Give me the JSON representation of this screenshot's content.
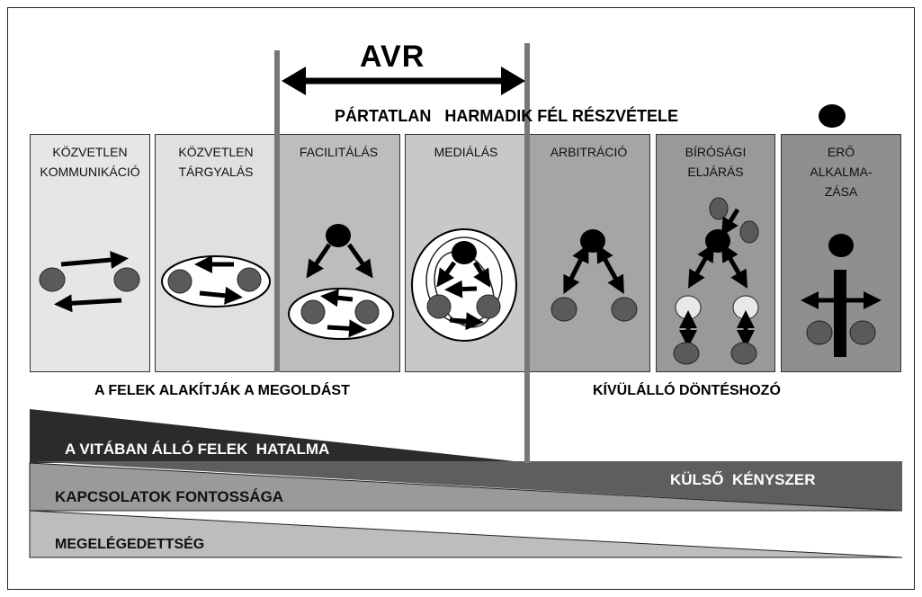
{
  "avr_label": "AVR",
  "third_party_label": "PÁRTATLAN   HARMADIK FÉL RÉSZVÉTELE",
  "columns": [
    {
      "line1": "KÖZVETLEN",
      "line2": "KOMMUNIKÁCIÓ",
      "line3": ""
    },
    {
      "line1": "KÖZVETLEN",
      "line2": "TÁRGYALÁS",
      "line3": ""
    },
    {
      "line1": "FACILITÁLÁS",
      "line2": "",
      "line3": ""
    },
    {
      "line1": "MEDIÁLÁS",
      "line2": "",
      "line3": ""
    },
    {
      "line1": "ARBITRÁCIÓ",
      "line2": "",
      "line3": ""
    },
    {
      "line1": "BÍRÓSÁGI",
      "line2": "ELJÁRÁS",
      "line3": ""
    },
    {
      "line1": "ERŐ",
      "line2": "ALKALMA-",
      "line3": "ZÁSA"
    }
  ],
  "left_caption": "A FELEK ALAKÍTJÁK A MEGOLDÁST",
  "right_caption": "KÍVÜLÁLLÓ DÖNTÉSHOZÓ",
  "wedges": {
    "power": "A VITÁBAN ÁLLÓ FELEK  HATALMA",
    "external": "KÜLSŐ  KÉNYSZER",
    "relationship": "KAPCSOLATOK FONTOSSÁGA",
    "satisfaction": "MEGELÉGEDETTSÉG"
  },
  "colors": {
    "col_light": "#e6e6e6",
    "col_light2": "#e0e0e0",
    "col_mid": "#bdbdbd",
    "col_mid2": "#c8c8c8",
    "col_dark": "#a5a5a5",
    "col_dark2": "#999999",
    "col_darkest": "#8f8f8f",
    "party": "#5a5a5a",
    "wedge_dark": "#2b2b2b",
    "wedge_mid": "#9a9a9a",
    "wedge_light": "#bdbdbd"
  }
}
